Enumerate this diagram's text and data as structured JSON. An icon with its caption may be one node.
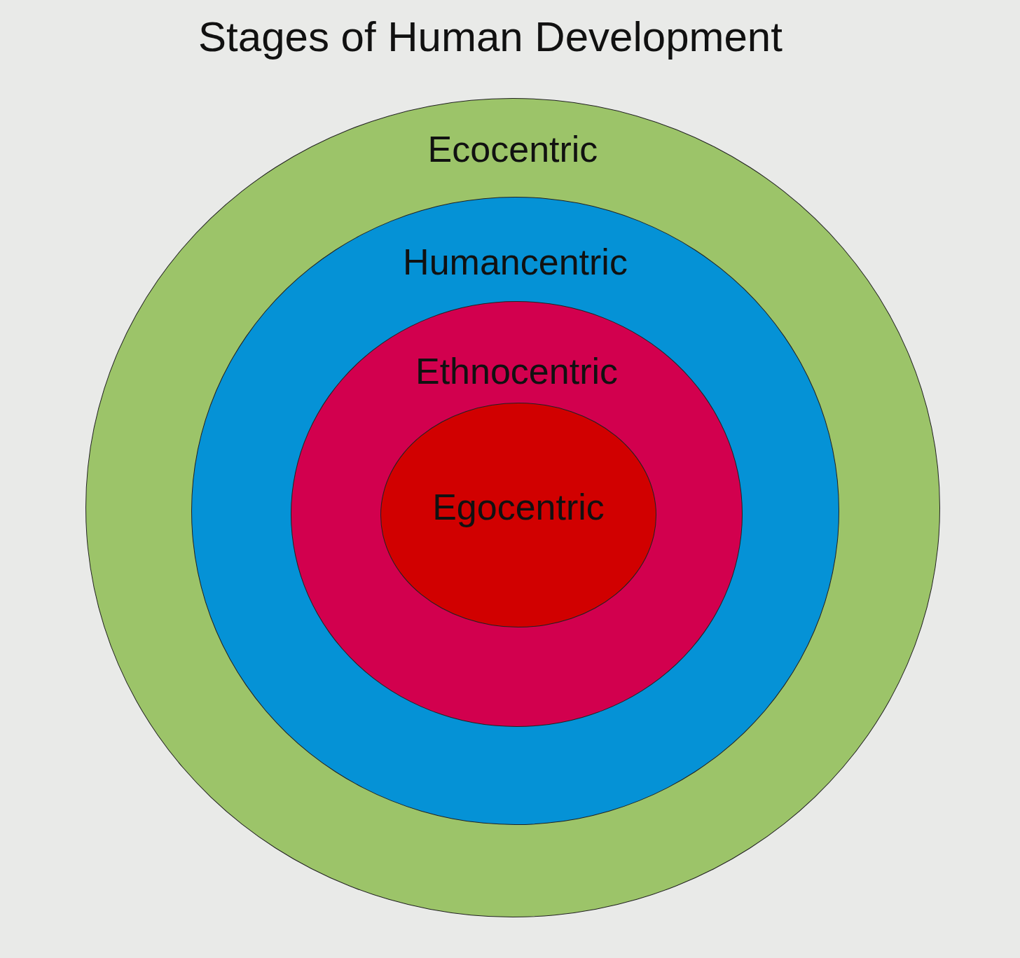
{
  "diagram": {
    "title": "Stages of Human Development",
    "nodes": [
      {
        "text": [
          "Ecocentric"
        ]
      },
      {
        "text": [
          "Humancentric"
        ],
        "in": 0
      },
      {
        "text": [
          "Ethnocentric"
        ],
        "in": 1
      },
      {
        "text": [
          "Egocentric"
        ],
        "in": 2
      }
    ]
  }
}
